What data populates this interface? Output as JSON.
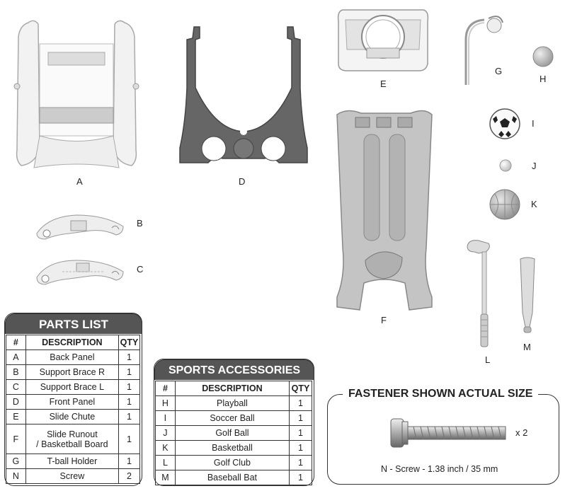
{
  "part_labels": {
    "A": "A",
    "B": "B",
    "C": "C",
    "D": "D",
    "E": "E",
    "F": "F",
    "G": "G",
    "H": "H",
    "I": "I",
    "J": "J",
    "K": "K",
    "L": "L",
    "M": "M"
  },
  "parts_list": {
    "title": "PARTS LIST",
    "headers": [
      "#",
      "DESCRIPTION",
      "QTY"
    ],
    "rows": [
      {
        "id": "A",
        "desc": "Back Panel",
        "qty": "1"
      },
      {
        "id": "B",
        "desc": "Support Brace R",
        "qty": "1"
      },
      {
        "id": "C",
        "desc": "Support Brace L",
        "qty": "1"
      },
      {
        "id": "D",
        "desc": "Front Panel",
        "qty": "1"
      },
      {
        "id": "E",
        "desc": "Slide Chute",
        "qty": "1"
      },
      {
        "id": "F",
        "desc_line1": "Slide Runout",
        "desc_line2": "/ Basketball Board",
        "qty": "1"
      },
      {
        "id": "G",
        "desc": "T-ball Holder",
        "qty": "1"
      },
      {
        "id": "N",
        "desc": "Screw",
        "qty": "2"
      }
    ]
  },
  "sports_accessories": {
    "title": "SPORTS ACCESSORIES",
    "headers": [
      "#",
      "DESCRIPTION",
      "QTY"
    ],
    "rows": [
      {
        "id": "H",
        "desc": "Playball",
        "qty": "1"
      },
      {
        "id": "I",
        "desc": "Soccer Ball",
        "qty": "1"
      },
      {
        "id": "J",
        "desc": "Golf Ball",
        "qty": "1"
      },
      {
        "id": "K",
        "desc": "Basketball",
        "qty": "1"
      },
      {
        "id": "L",
        "desc": "Golf Club",
        "qty": "1"
      },
      {
        "id": "M",
        "desc": "Baseball Bat",
        "qty": "1"
      }
    ]
  },
  "fastener": {
    "title": "FASTENER SHOWN ACTUAL SIZE",
    "quantity": "x 2",
    "caption": "N - Screw - 1.38 inch / 35 mm"
  }
}
